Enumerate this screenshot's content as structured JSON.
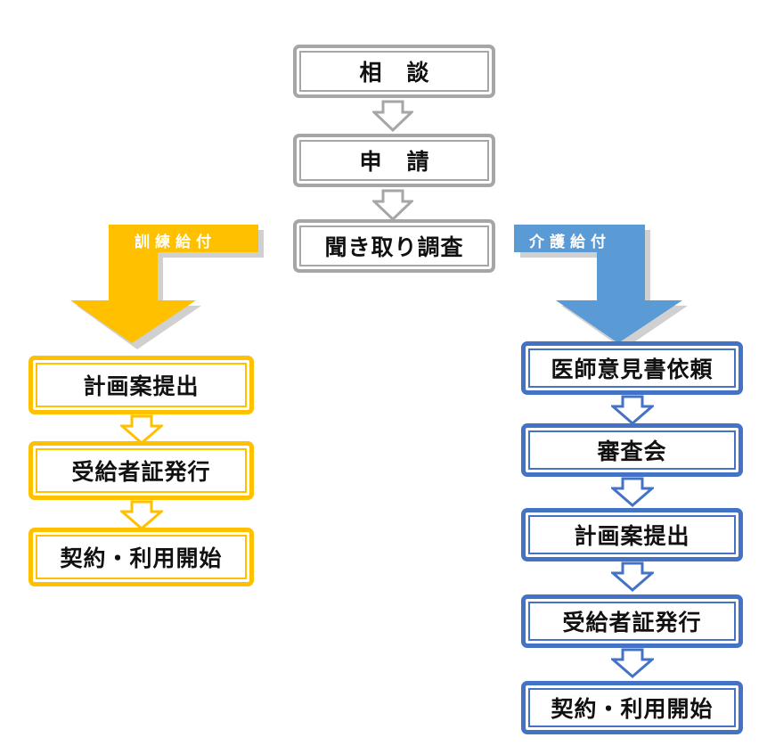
{
  "flow": {
    "common": [
      "相談",
      "申請",
      "聞き取り調査"
    ],
    "training": {
      "label": "訓練給付",
      "steps": [
        "計画案提出",
        "受給者証発行",
        "契約・利用開始"
      ]
    },
    "care": {
      "label": "介護給付",
      "steps": [
        "医師意見書依頼",
        "審査会",
        "計画案提出",
        "受給者証発行",
        "契約・利用開始"
      ]
    }
  },
  "colors": {
    "common": "#a6a6a6",
    "training": "#ffc000",
    "care": "#4472c4",
    "care_arrow": "#5b9bd5"
  }
}
